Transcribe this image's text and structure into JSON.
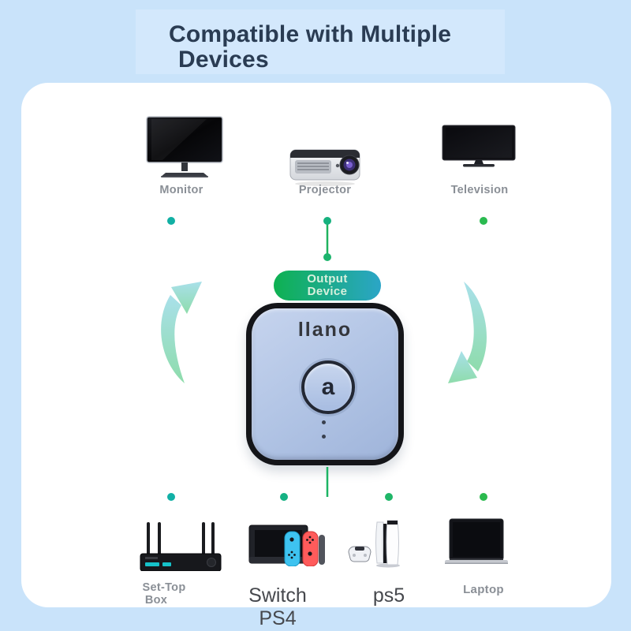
{
  "title": {
    "line1": "Compatible with Multiple",
    "line2": "Devices"
  },
  "connections": {
    "output_label_line1": "Output",
    "output_label_line2": "Device",
    "line_gradient_start": "#1ea9dc",
    "line_gradient_end": "#29b94d",
    "pill_gradient_start": "#0eb151",
    "pill_gradient_end": "#2ba5c7"
  },
  "hub_device": {
    "brand": "llano",
    "button_glyph": "a"
  },
  "top_devices": [
    {
      "name": "monitor",
      "label": "Monitor"
    },
    {
      "name": "projector",
      "label": "Projector"
    },
    {
      "name": "television",
      "label": "Television"
    }
  ],
  "bottom_devices": [
    {
      "name": "set-top-box",
      "label_line1": "Set-Top",
      "label_line2": "Box"
    },
    {
      "name": "switch-ps4",
      "label": "Switch PS4"
    },
    {
      "name": "ps5",
      "label": "ps5"
    },
    {
      "name": "laptop",
      "label": "Laptop"
    }
  ],
  "colors": {
    "page_background": "#c9e3fa",
    "card_background": "#ffffff",
    "title_text": "#2a3c53",
    "small_label": "#8a8f96",
    "large_label": "#46484d",
    "arrow_gradient_start": "#a9e0ea",
    "arrow_gradient_end": "#8edcab",
    "hub_face": "#b0c3e4"
  }
}
